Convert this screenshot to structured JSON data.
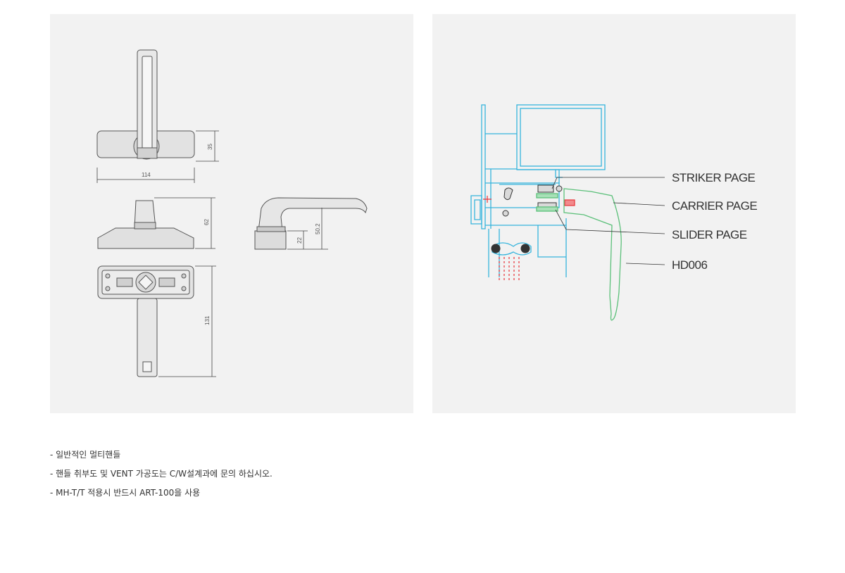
{
  "drawing_left": {
    "dims": {
      "width_top": "114",
      "height_top": "35",
      "height_side": "62",
      "height_bottom": "131",
      "lever_height": "50.2",
      "base_height": "22"
    }
  },
  "drawing_right": {
    "labels": [
      "STRIKER PAGE",
      "CARRIER PAGE",
      "SLIDER PAGE",
      "HD006"
    ]
  },
  "notes": [
    "- 일반적인 멀티핸들",
    "- 핸들 취부도 및 VENT 가공도는 C/W설계과에 문의 하십시오.",
    "- MH-T/T 적용시 반드시 ART-100을 사용"
  ],
  "colors": {
    "panel_bg": "#f2f2f2",
    "frame_cyan": "#35b4dc",
    "handle_green": "#5cc07a",
    "accent_red": "#e8343a"
  }
}
